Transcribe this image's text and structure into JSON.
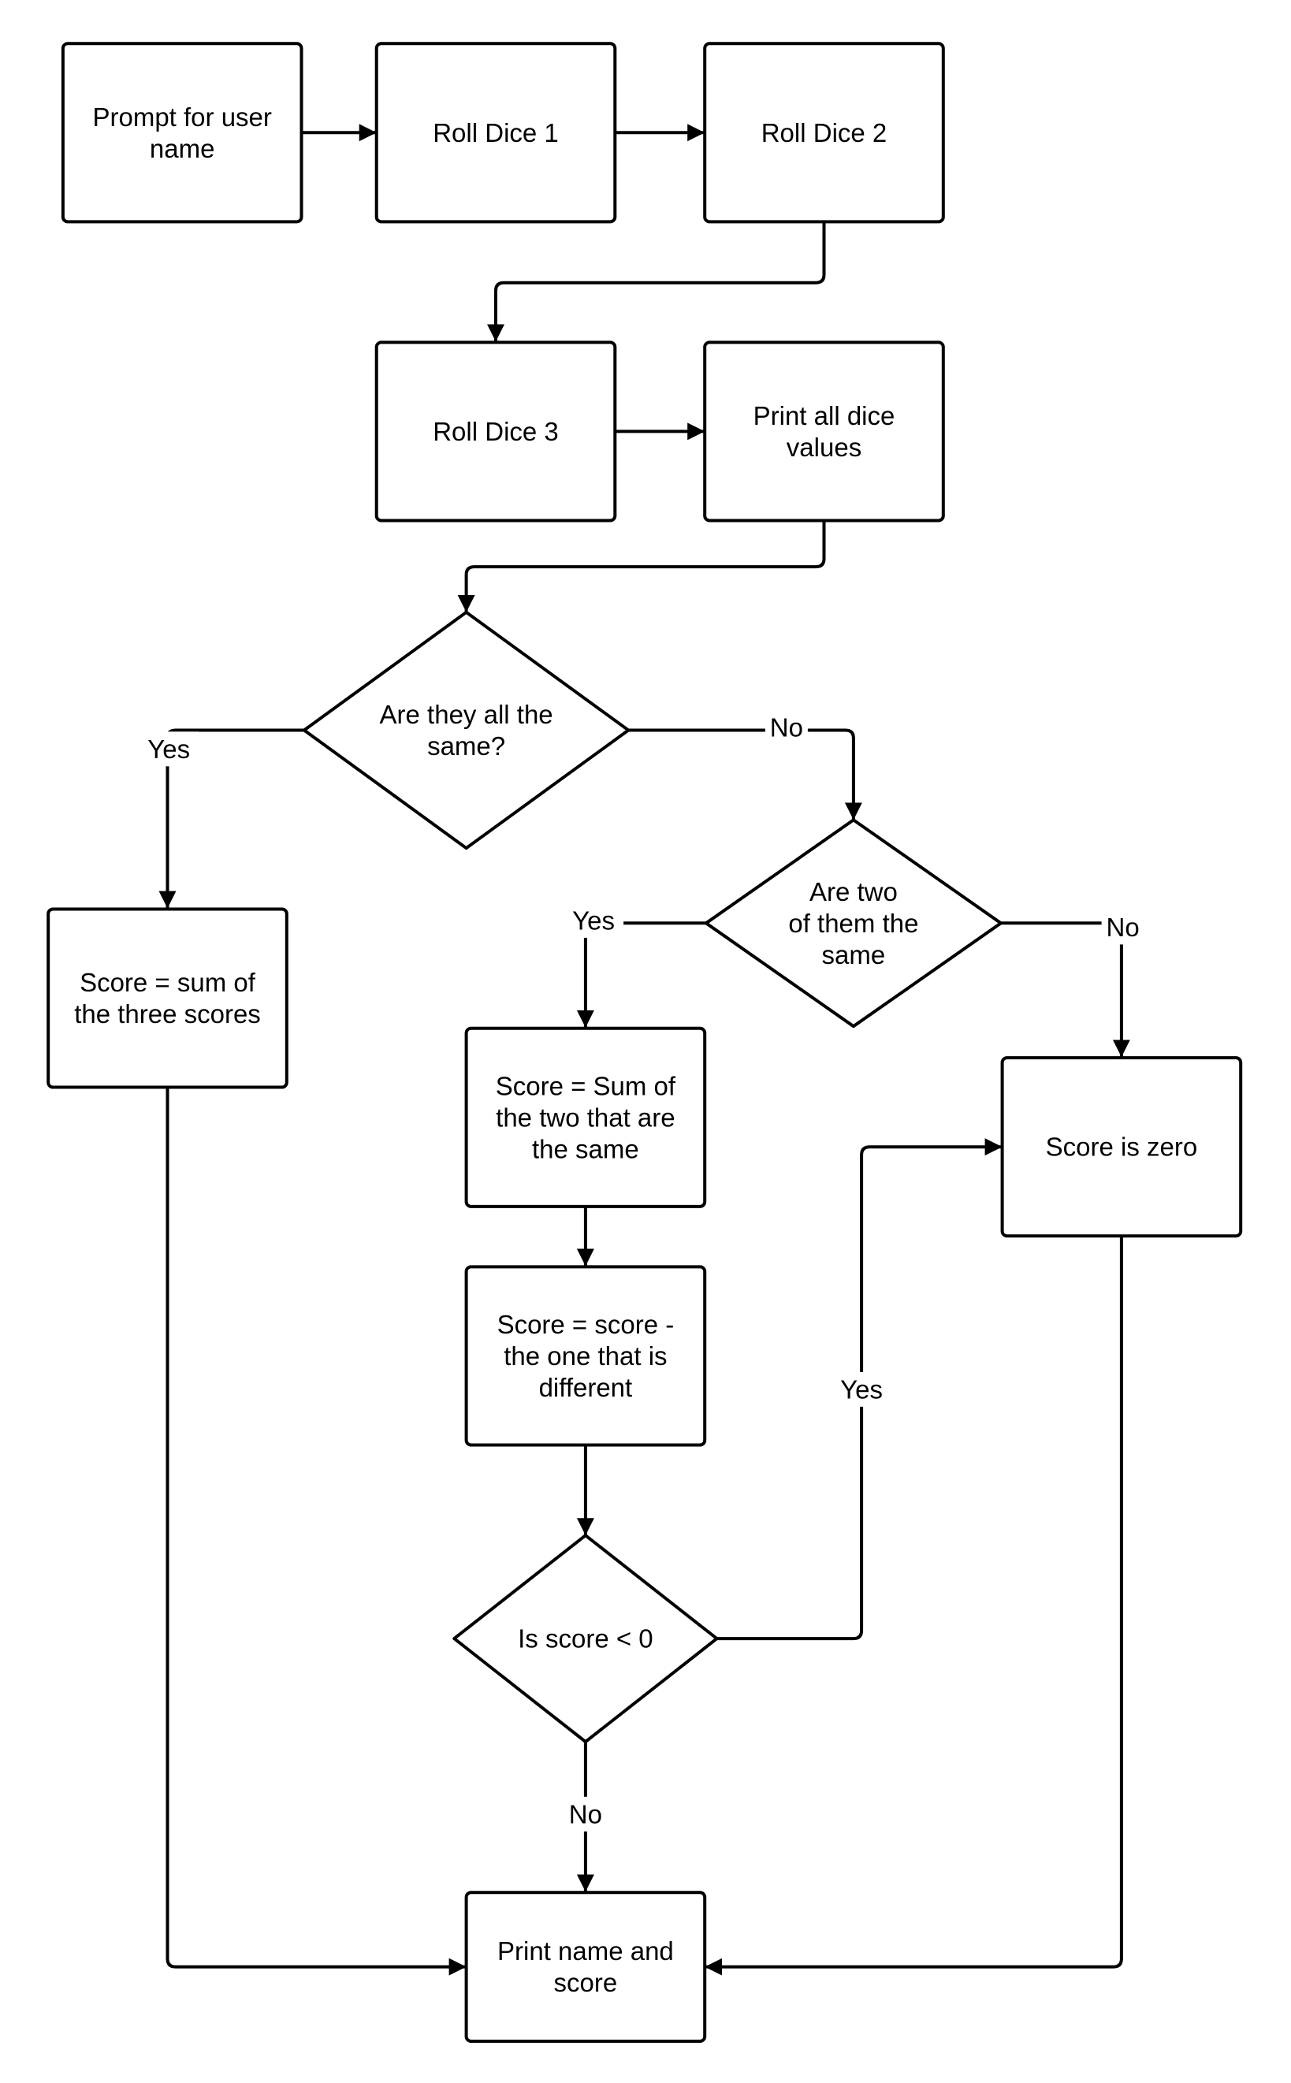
{
  "diagram": {
    "type": "flowchart",
    "nodes": {
      "prompt": {
        "shape": "box",
        "lines": [
          "Prompt for user",
          "name"
        ]
      },
      "dice1": {
        "shape": "box",
        "lines": [
          "Roll Dice 1"
        ]
      },
      "dice2": {
        "shape": "box",
        "lines": [
          "Roll Dice 2"
        ]
      },
      "dice3": {
        "shape": "box",
        "lines": [
          "Roll Dice 3"
        ]
      },
      "printdice": {
        "shape": "box",
        "lines": [
          "Print all dice",
          "values"
        ]
      },
      "allsame": {
        "shape": "diamond",
        "lines": [
          "Are they all the",
          "same?"
        ]
      },
      "twosame": {
        "shape": "diamond",
        "lines": [
          "Are two",
          "of them the",
          "same"
        ]
      },
      "sumthree": {
        "shape": "box",
        "lines": [
          "Score = sum of",
          "the three scores"
        ]
      },
      "sumtwo": {
        "shape": "box",
        "lines": [
          "Score = Sum of",
          "the two that are",
          "the same"
        ]
      },
      "scorezero": {
        "shape": "box",
        "lines": [
          "Score is zero"
        ]
      },
      "subtract": {
        "shape": "box",
        "lines": [
          "Score = score -",
          "the one that is",
          "different"
        ]
      },
      "lessthan": {
        "shape": "diamond",
        "lines": [
          "Is score < 0"
        ]
      },
      "printname": {
        "shape": "box",
        "lines": [
          "Print name and",
          "score"
        ]
      }
    },
    "edges": [
      {
        "from": "prompt",
        "to": "dice1",
        "label": ""
      },
      {
        "from": "dice1",
        "to": "dice2",
        "label": ""
      },
      {
        "from": "dice2",
        "to": "dice3",
        "label": ""
      },
      {
        "from": "dice3",
        "to": "printdice",
        "label": ""
      },
      {
        "from": "printdice",
        "to": "allsame",
        "label": ""
      },
      {
        "from": "allsame",
        "to": "sumthree",
        "label": "Yes"
      },
      {
        "from": "allsame",
        "to": "twosame",
        "label": "No"
      },
      {
        "from": "twosame",
        "to": "sumtwo",
        "label": "Yes"
      },
      {
        "from": "twosame",
        "to": "scorezero",
        "label": "No"
      },
      {
        "from": "sumtwo",
        "to": "subtract",
        "label": ""
      },
      {
        "from": "subtract",
        "to": "lessthan",
        "label": ""
      },
      {
        "from": "lessthan",
        "to": "scorezero",
        "label": "Yes"
      },
      {
        "from": "lessthan",
        "to": "printname",
        "label": "No"
      },
      {
        "from": "sumthree",
        "to": "printname",
        "label": ""
      },
      {
        "from": "scorezero",
        "to": "printname",
        "label": ""
      }
    ]
  }
}
